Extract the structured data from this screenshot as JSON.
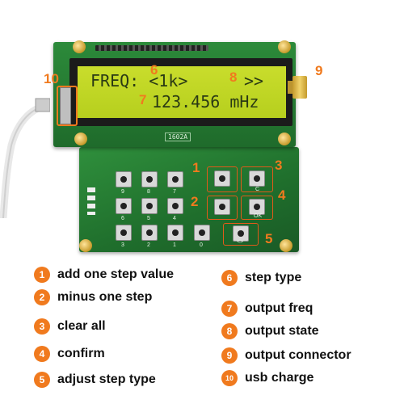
{
  "lcd": {
    "line1": "FREQ: <1k>",
    "arrows": ">>",
    "line2": "123.456 mHz"
  },
  "board_label": "1602A",
  "keypad": {
    "numeric_labels": [
      "9",
      "8",
      "7",
      "6",
      "5",
      "4",
      "3",
      "2",
      "1",
      "0"
    ],
    "func_labels": [
      "C",
      "OK",
      "<>"
    ]
  },
  "callouts": [
    "1",
    "2",
    "3",
    "4",
    "5",
    "6",
    "7",
    "8",
    "9",
    "10"
  ],
  "legend": [
    {
      "num": "1",
      "text": "add one step value"
    },
    {
      "num": "2",
      "text": "minus one step"
    },
    {
      "num": "3",
      "text": "clear all"
    },
    {
      "num": "4",
      "text": "confirm"
    },
    {
      "num": "5",
      "text": "adjust step type"
    },
    {
      "num": "6",
      "text": "step type"
    },
    {
      "num": "7",
      "text": "output freq"
    },
    {
      "num": "8",
      "text": "output state"
    },
    {
      "num": "9",
      "text": "output connector"
    },
    {
      "num": "10",
      "text": "usb charge"
    }
  ],
  "colors": {
    "accent": "#f07a1e",
    "lcd": "#c2d826",
    "pcb": "#2a7d36"
  }
}
